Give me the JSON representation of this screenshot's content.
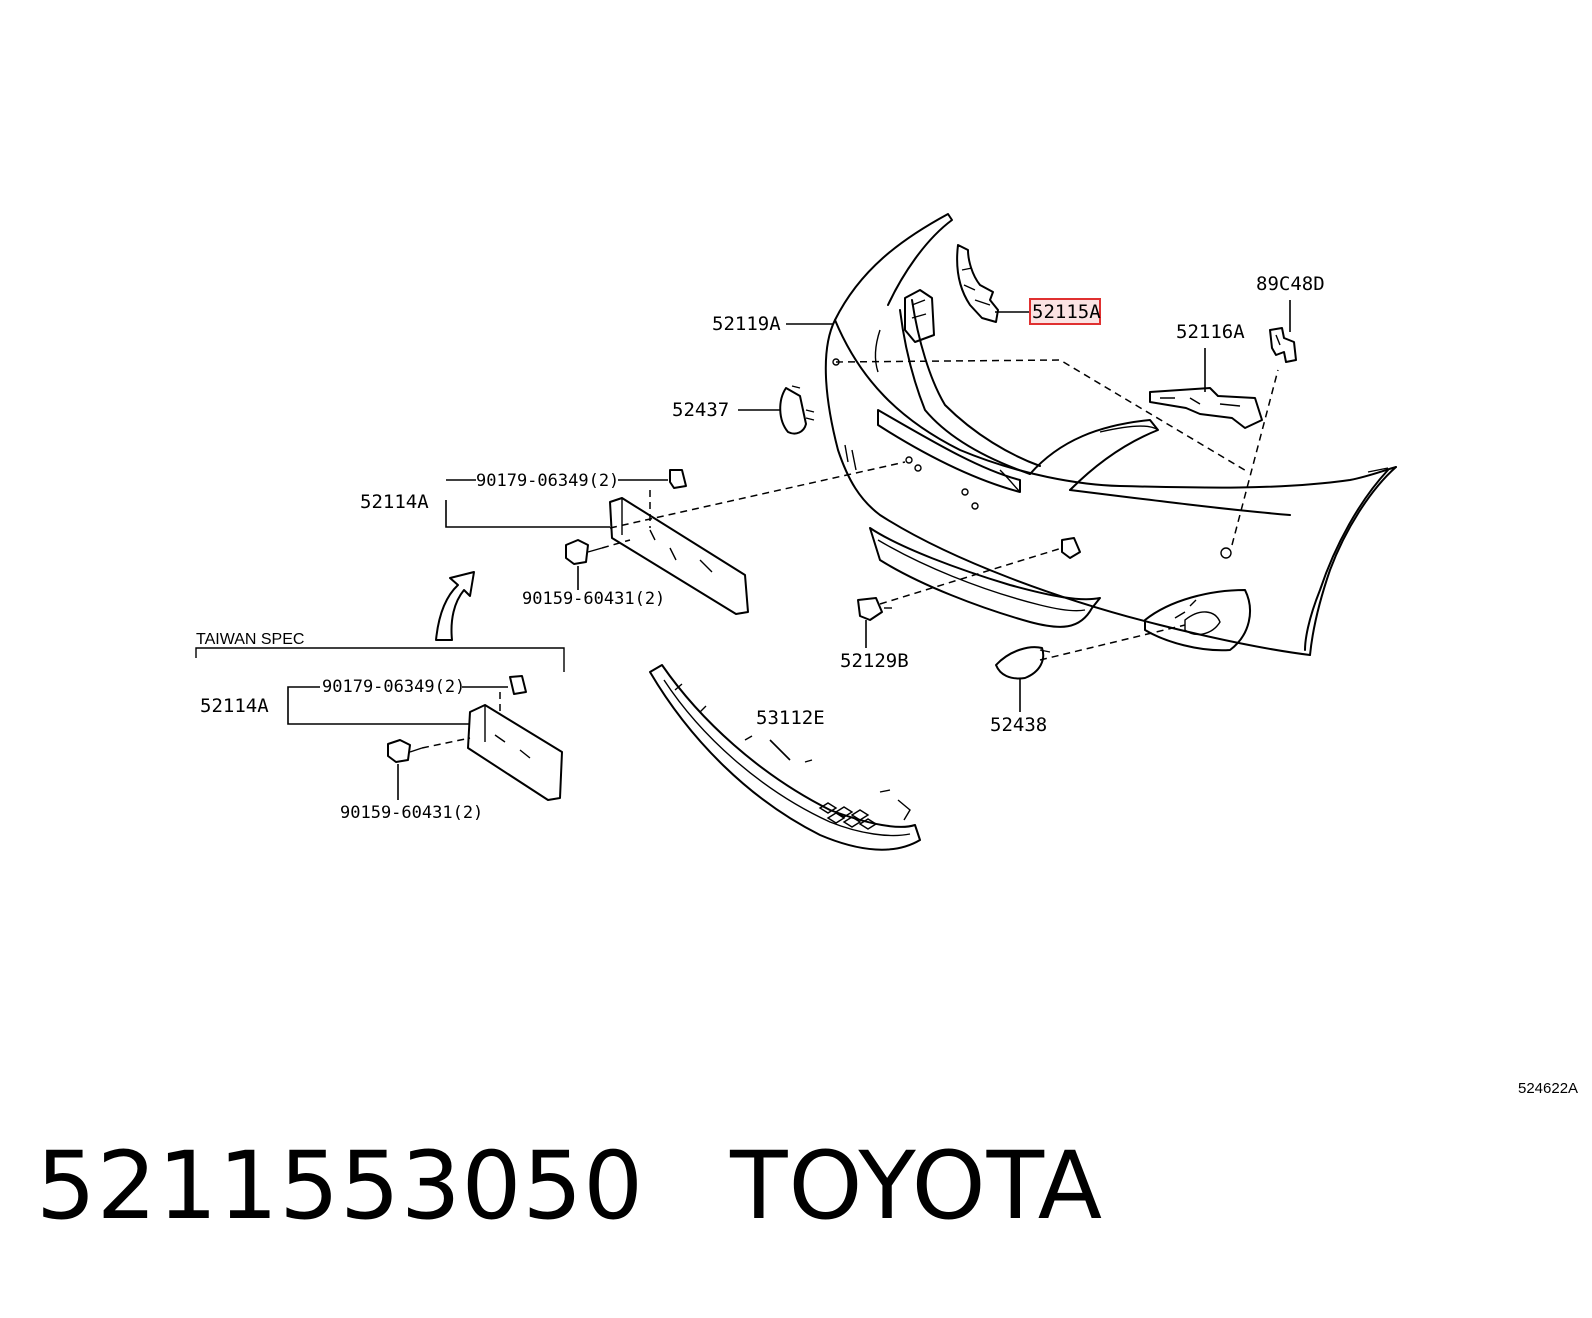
{
  "labels": {
    "bumper_cover": "52119A",
    "retainer_bracket": "52115A",
    "side_support": "52116A",
    "sensor_bracket": "89C48D",
    "washer_cover_left": "52437",
    "license_bracket": "52114A",
    "clip_upper": "90179-06349(2)",
    "bolt": "90159-60431(2)",
    "tow_hook_cap": "52129B",
    "washer_cover_right": "52438",
    "lower_grille": "53112E",
    "taiwan_spec": "TAIWAN SPEC",
    "taiwan_license_bracket": "52114A",
    "taiwan_clip": "90179-06349(2)",
    "taiwan_bolt": "90159-60431(2)",
    "figure_ref": "524622A"
  },
  "highlight": {
    "part": "52115A",
    "color": "#e03030"
  },
  "footer": {
    "part_number": "5211553050",
    "brand": "TOYOTA"
  }
}
